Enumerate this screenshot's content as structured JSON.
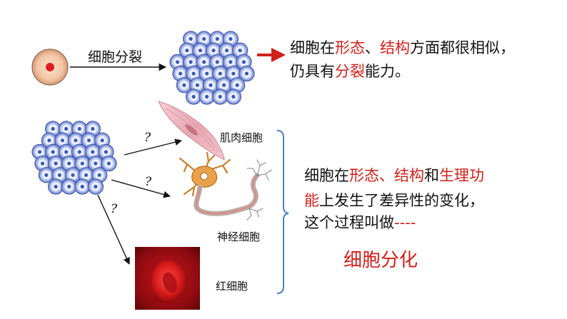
{
  "division": {
    "label": "细胞分裂"
  },
  "statement1": {
    "line1": [
      {
        "text": "细胞在",
        "red": false
      },
      {
        "text": "形态",
        "red": true
      },
      {
        "text": "、",
        "red": false
      },
      {
        "text": "结构",
        "red": true
      },
      {
        "text": "方面都很相似，",
        "red": false
      }
    ],
    "line2": [
      {
        "text": "仍具有",
        "red": false
      },
      {
        "text": "分裂",
        "red": true
      },
      {
        "text": "能力。",
        "red": false
      }
    ]
  },
  "cell_types": {
    "muscle": "肌肉细胞",
    "nerve": "神经细胞",
    "red_blood": "红细胞"
  },
  "question_mark": "?",
  "statement2": {
    "line1": [
      {
        "text": "细胞在",
        "red": false
      },
      {
        "text": "形态、结构",
        "red": true
      },
      {
        "text": "和",
        "red": false
      },
      {
        "text": "生理功",
        "red": true
      }
    ],
    "line2": [
      {
        "text": "能",
        "red": true
      },
      {
        "text": "上发生了差异性的变化，",
        "red": false
      }
    ],
    "line3": [
      {
        "text": "这个过程叫做",
        "red": false
      },
      {
        "text": "----",
        "red": true
      }
    ]
  },
  "term": "细胞分化",
  "colors": {
    "accent_red": "#d0211c",
    "bracket_blue": "#4f81bd",
    "cell_blue": "#3a57b8"
  }
}
